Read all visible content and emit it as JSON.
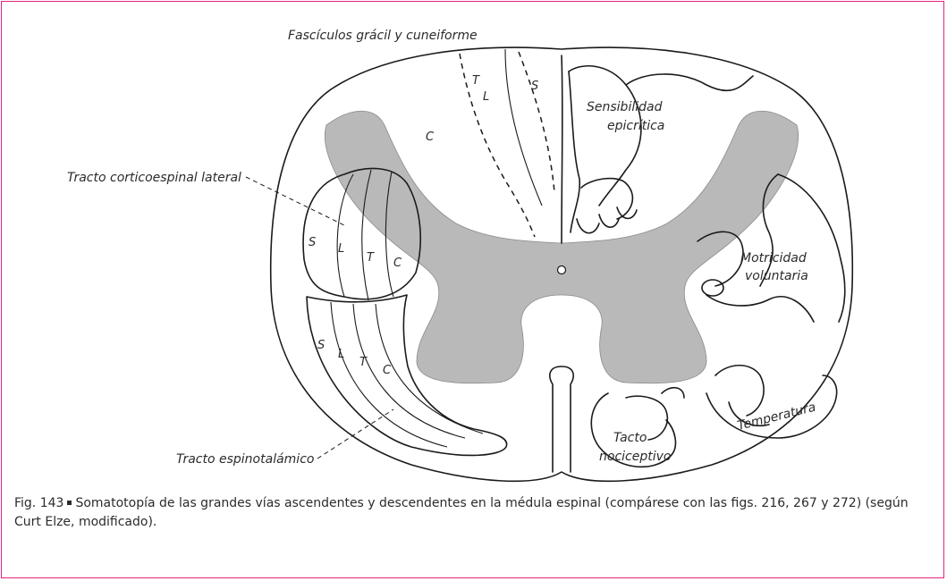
{
  "frame_color": "#e2257f",
  "gray_matter_color": "#b9b9b9",
  "labels": {
    "fasciculos": "Fascículos grácil y cuneiforme",
    "corticoespinal": "Tracto corticoespinal lateral",
    "espinotalamico": "Tracto espinotalámico",
    "sensibilidad_1": "Sensibilidad",
    "sensibilidad_2": "epicrítica",
    "motricidad_1": "Motricidad",
    "motricidad_2": "voluntaria",
    "temperatura": "Temperatura",
    "tacto_1": "Tacto",
    "tacto_2": "nociceptivo"
  },
  "dorsal_segments": {
    "c": "C",
    "t": "T",
    "l": "L",
    "s": "S"
  },
  "corticoespinal_segments": {
    "s": "S",
    "l": "L",
    "t": "T",
    "c": "C"
  },
  "espinotalamico_segments": {
    "s": "S",
    "l": "L",
    "t": "T",
    "c": "C"
  },
  "caption": {
    "fig_label": "Fig. 143",
    "text": "Somatotopía de las grandes vías ascendentes y descendentes en la médula espinal (compárese con las figs. 216, 267 y 272) (según Curt Elze, modificado)."
  }
}
